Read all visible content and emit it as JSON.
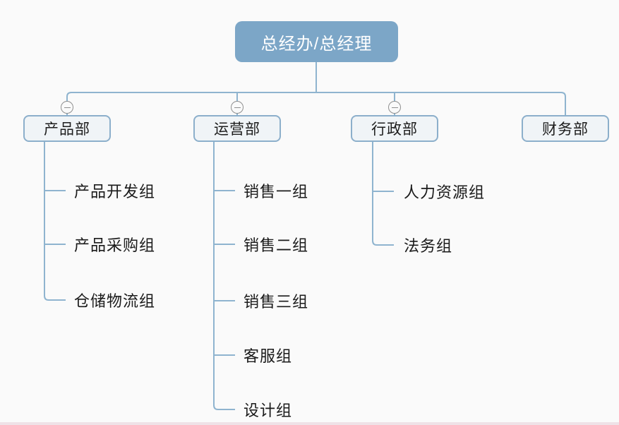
{
  "colors": {
    "canvas_bg": "#fafafa",
    "root_fill": "#7ca6c7",
    "root_text": "#ffffff",
    "dept_fill": "#f0f4f7",
    "dept_border": "#8cafcb",
    "connector": "#8fb4cf",
    "collapse_icon": "#8f8f8f",
    "node_text": "#1d1d1d",
    "bottom_strip": "#efe2e7"
  },
  "org_chart": {
    "root": {
      "label": "总经办/总经理"
    },
    "departments": [
      {
        "label": "产品部",
        "collapsible": true,
        "children": [
          "产品开发组",
          "产品采购组",
          "仓储物流组"
        ]
      },
      {
        "label": "运营部",
        "collapsible": true,
        "children": [
          "销售一组",
          "销售二组",
          "销售三组",
          "客服组",
          "设计组"
        ]
      },
      {
        "label": "行政部",
        "collapsible": true,
        "children": [
          "人力资源组",
          "法务组"
        ]
      },
      {
        "label": "财务部",
        "collapsible": false,
        "children": []
      }
    ]
  }
}
